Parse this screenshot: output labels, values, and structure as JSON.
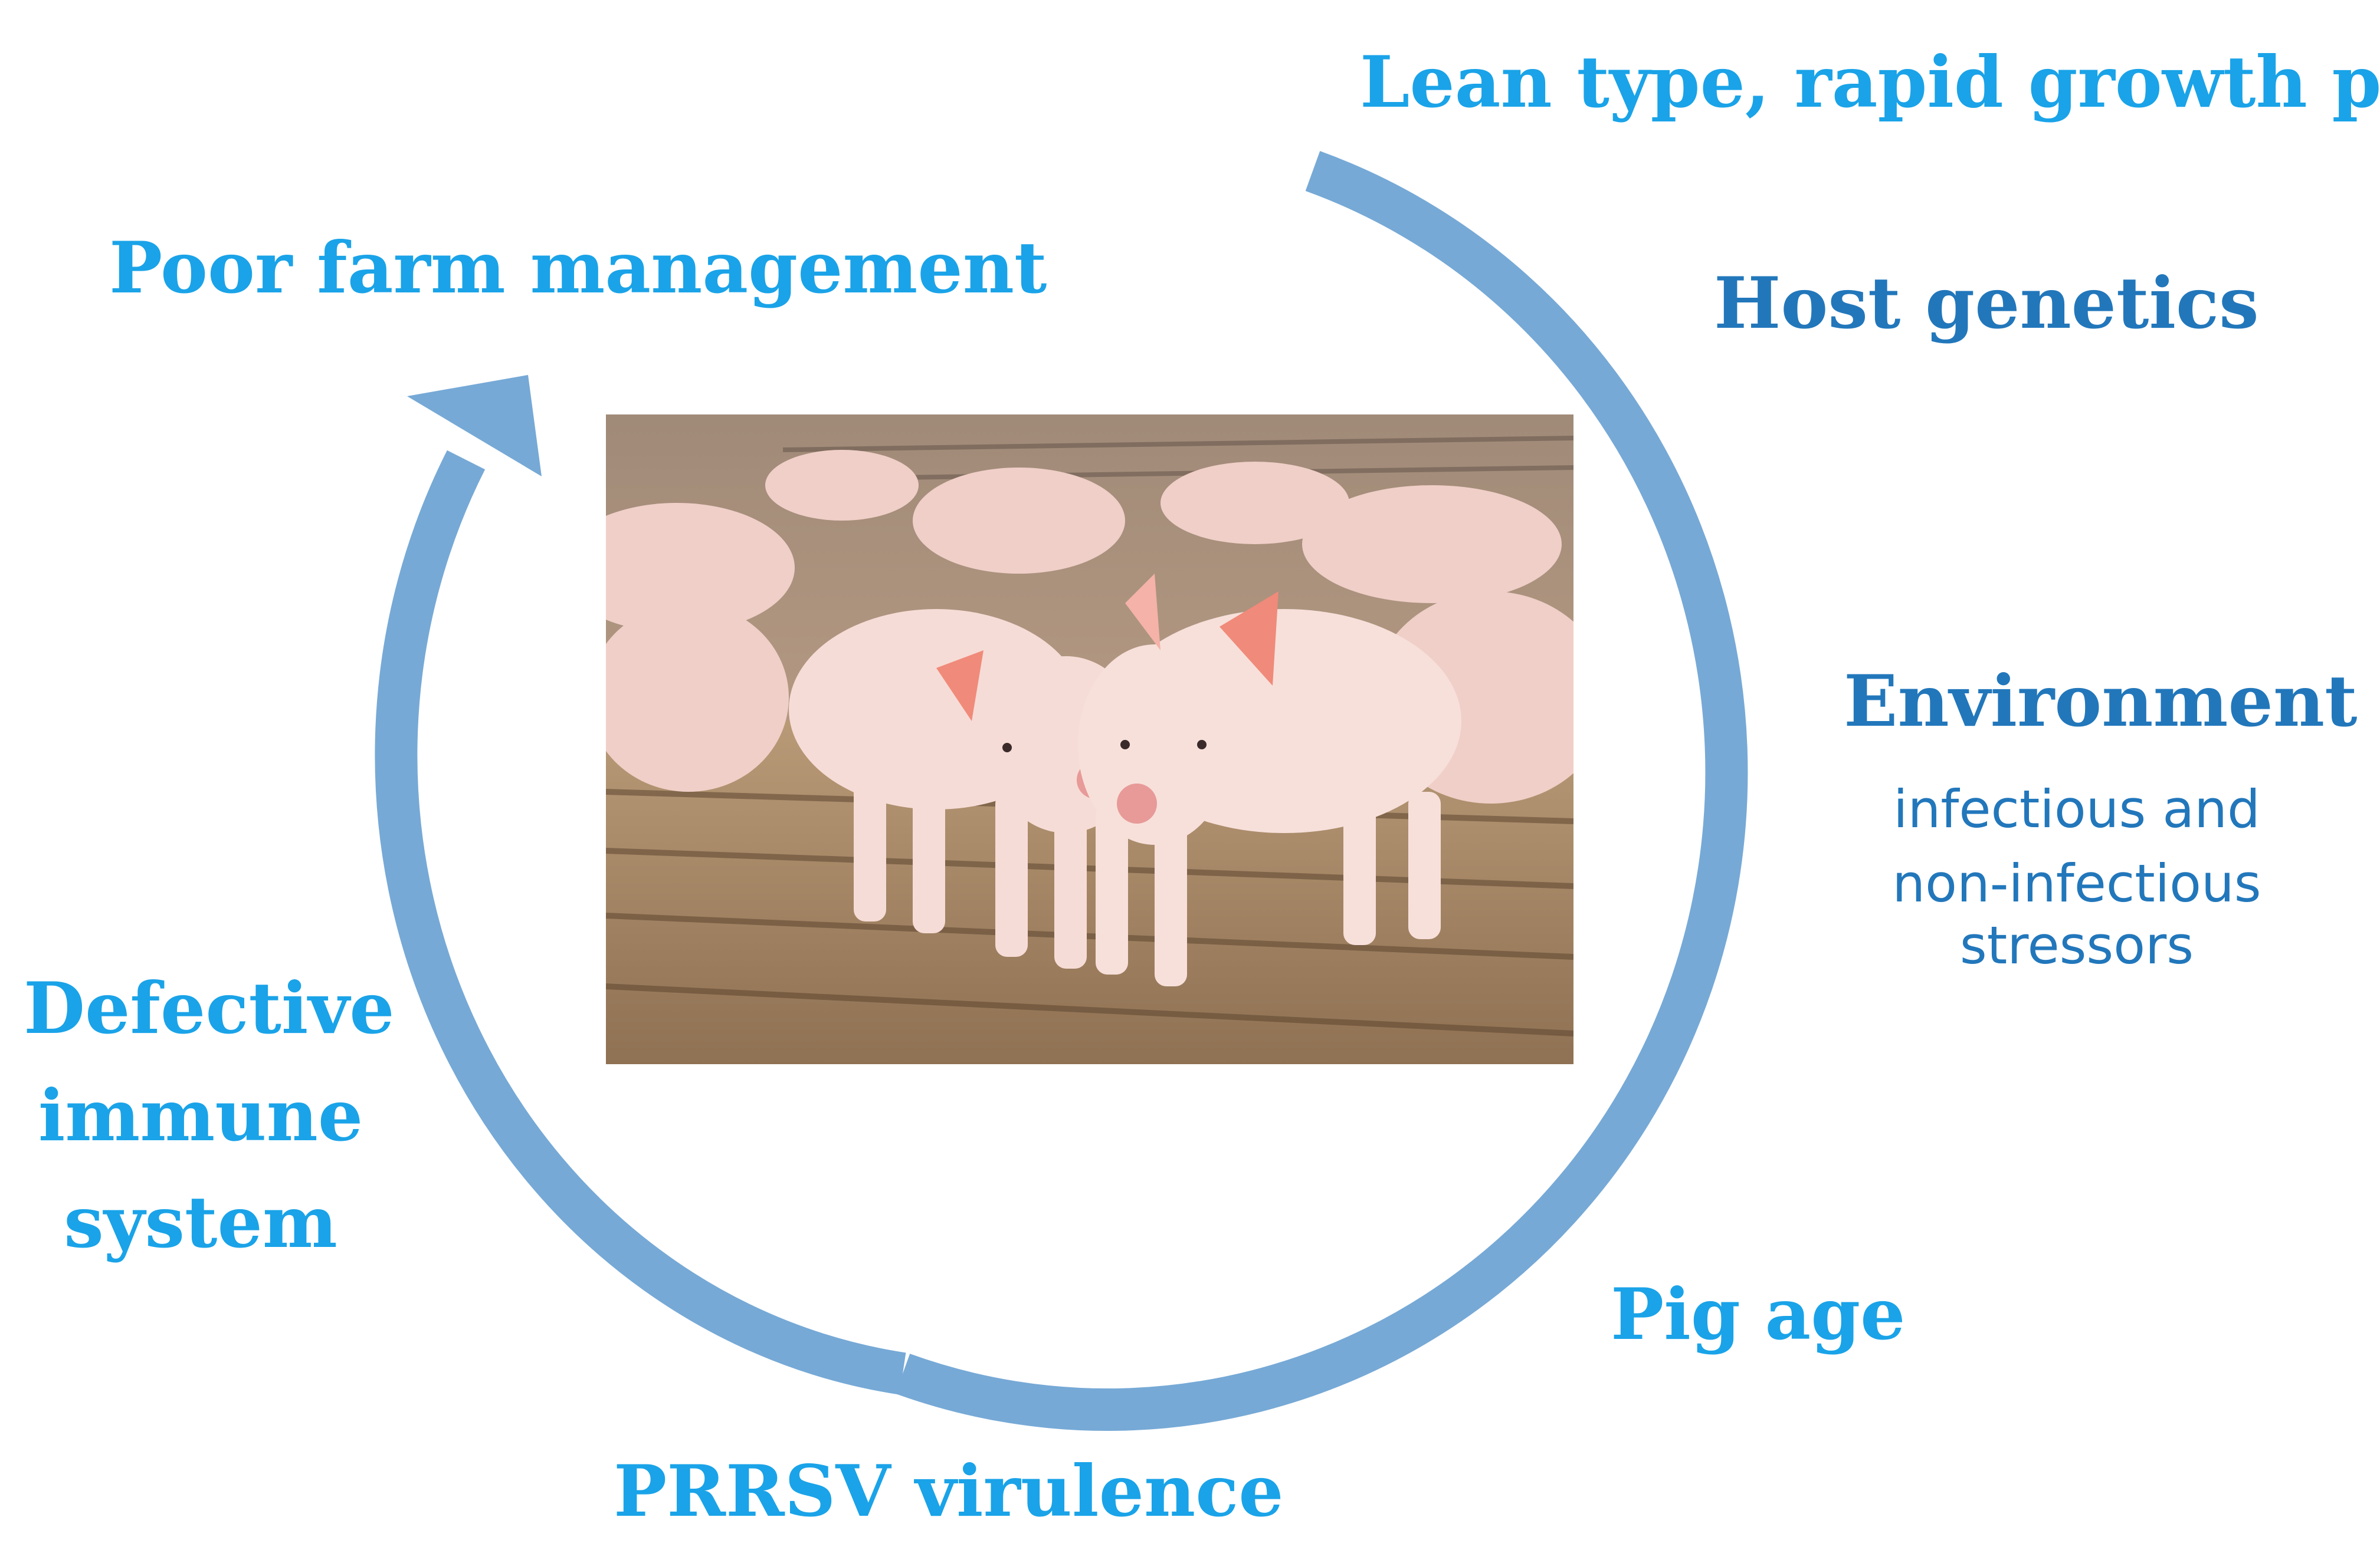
{
  "labels": {
    "lean_type": "Lean type, rapid growth  pigs",
    "host_genetics": "Host genetics",
    "poor_farm": "Poor farm management",
    "environment": "Environment",
    "env_sub_1": "infectious and",
    "env_sub_2": "non-infectious",
    "env_sub_3": "stressors",
    "defective_1": "Defective",
    "defective_2": "immune",
    "defective_3": "system",
    "pig_age": "Pig age",
    "prrsv": "PRRSV virulence"
  },
  "colors": {
    "arrow": "#76a9d6",
    "label_bright": "#1aa3e8",
    "label_dark": "#2277bb"
  },
  "photo": {
    "subject": "piglets in barn"
  }
}
